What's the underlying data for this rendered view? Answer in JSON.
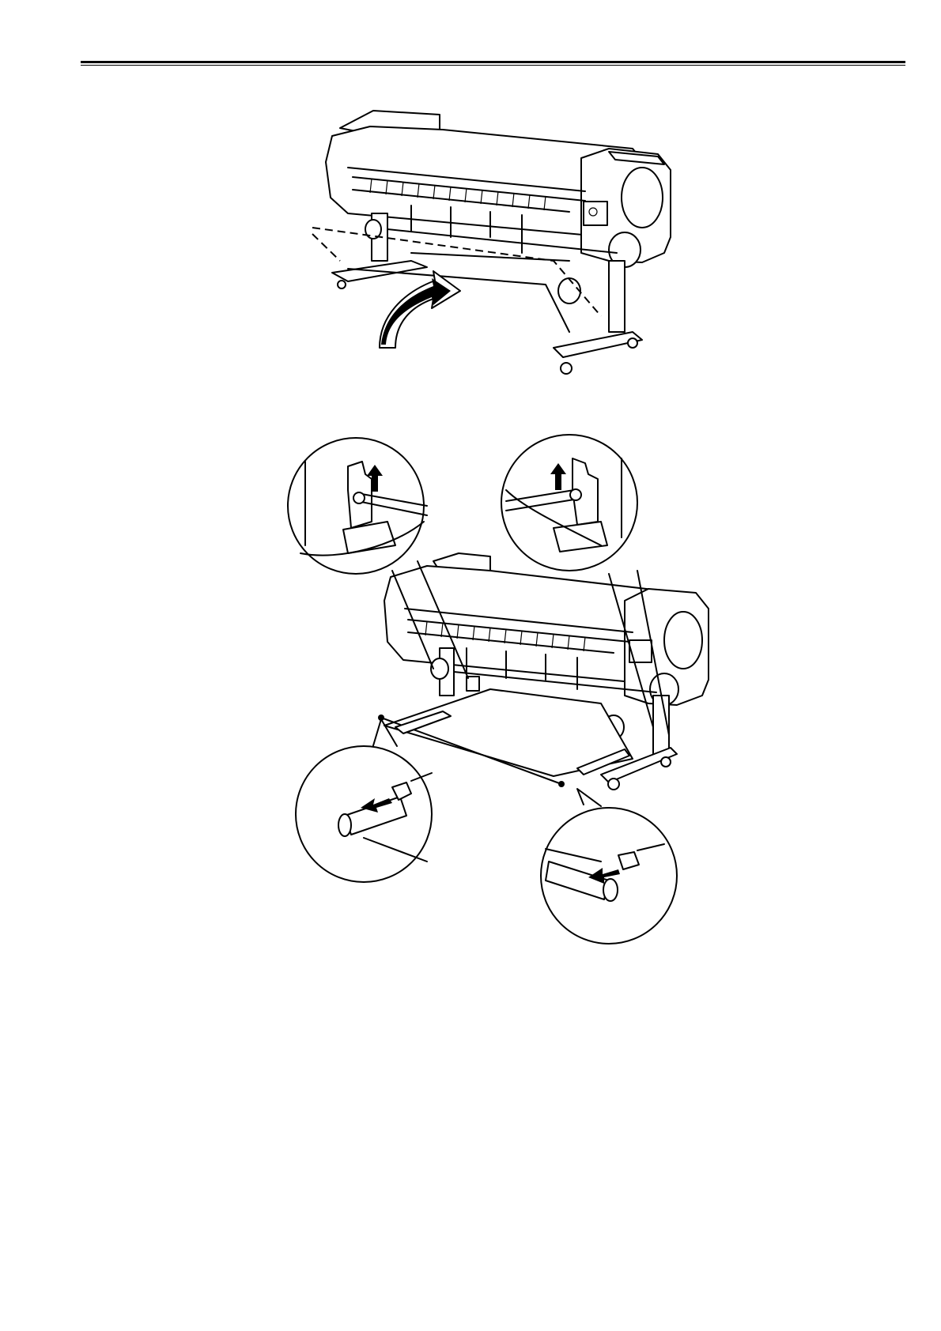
{
  "page": {
    "header_rule": "double",
    "background": "#ffffff",
    "ink": "#000000"
  },
  "figures": [
    {
      "id": "fig-1",
      "icon": "printer-basket-fold-illustration"
    },
    {
      "id": "fig-2",
      "icon": "printer-basket-rod-removal-illustration",
      "callouts": [
        "holder-unlock-left",
        "holder-unlock-right",
        "rod-end-left",
        "rod-end-right"
      ]
    }
  ]
}
